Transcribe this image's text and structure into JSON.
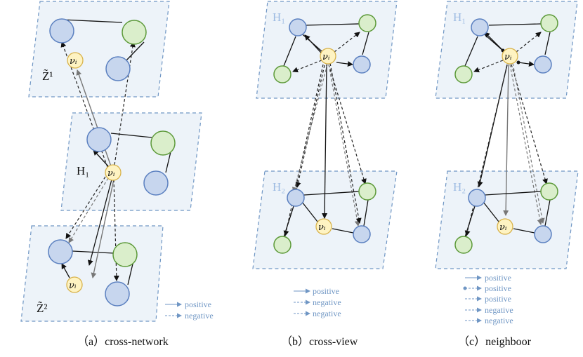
{
  "panels": {
    "a": {
      "caption": "（a）cross-network",
      "layers": {
        "top": "Z̃¹",
        "mid": "H₁",
        "bottom": "Z̃²"
      },
      "node_label": "νᵢ",
      "legend": [
        "positive",
        "negative"
      ]
    },
    "b": {
      "caption": "（b）cross-view",
      "layers": {
        "top": "H₁",
        "bottom": "H₂"
      },
      "node_label": "νᵢ",
      "legend": [
        "positive",
        "negative",
        "negative"
      ]
    },
    "c": {
      "caption": "（c）neighboor",
      "layers": {
        "top": "H₁",
        "bottom": "H₂"
      },
      "node_label": "νᵢ",
      "legend": [
        "positive",
        "positive",
        "positive",
        "negative",
        "negative"
      ]
    }
  },
  "colors": {
    "node_blue": "#c7d6ee",
    "node_green": "#daeecb",
    "node_yellow": "#fef3c2",
    "plane_fill": "#edf3f9",
    "plane_border": "#6f96c4",
    "light_label": "#9dbbe2"
  }
}
